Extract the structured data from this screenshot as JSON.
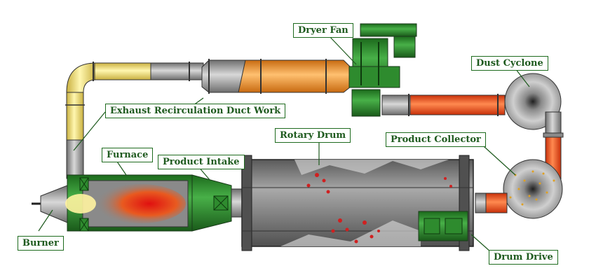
{
  "labels": {
    "dryer_fan": "Dryer Fan",
    "dust_cyclone": "Dust Cyclone",
    "exhaust_duct": "Exhaust Recirculation Duct Work",
    "rotary_drum": "Rotary Drum",
    "product_collector": "Product Collector",
    "furnace": "Furnace",
    "product_intake": "Product Intake",
    "burner": "Burner",
    "drum_drive": "Drum Drive"
  },
  "colors": {
    "label_border": "#1e6b1e",
    "label_text": "#1e5a1e",
    "equipment_green": "#2e8b2e",
    "duct_grey": "#9a9a9a",
    "hot_yellow": "#f5e070",
    "warm_orange": "#f08a1c",
    "hot_red": "#e8441c",
    "drum_grey": "#7a7a7a"
  }
}
